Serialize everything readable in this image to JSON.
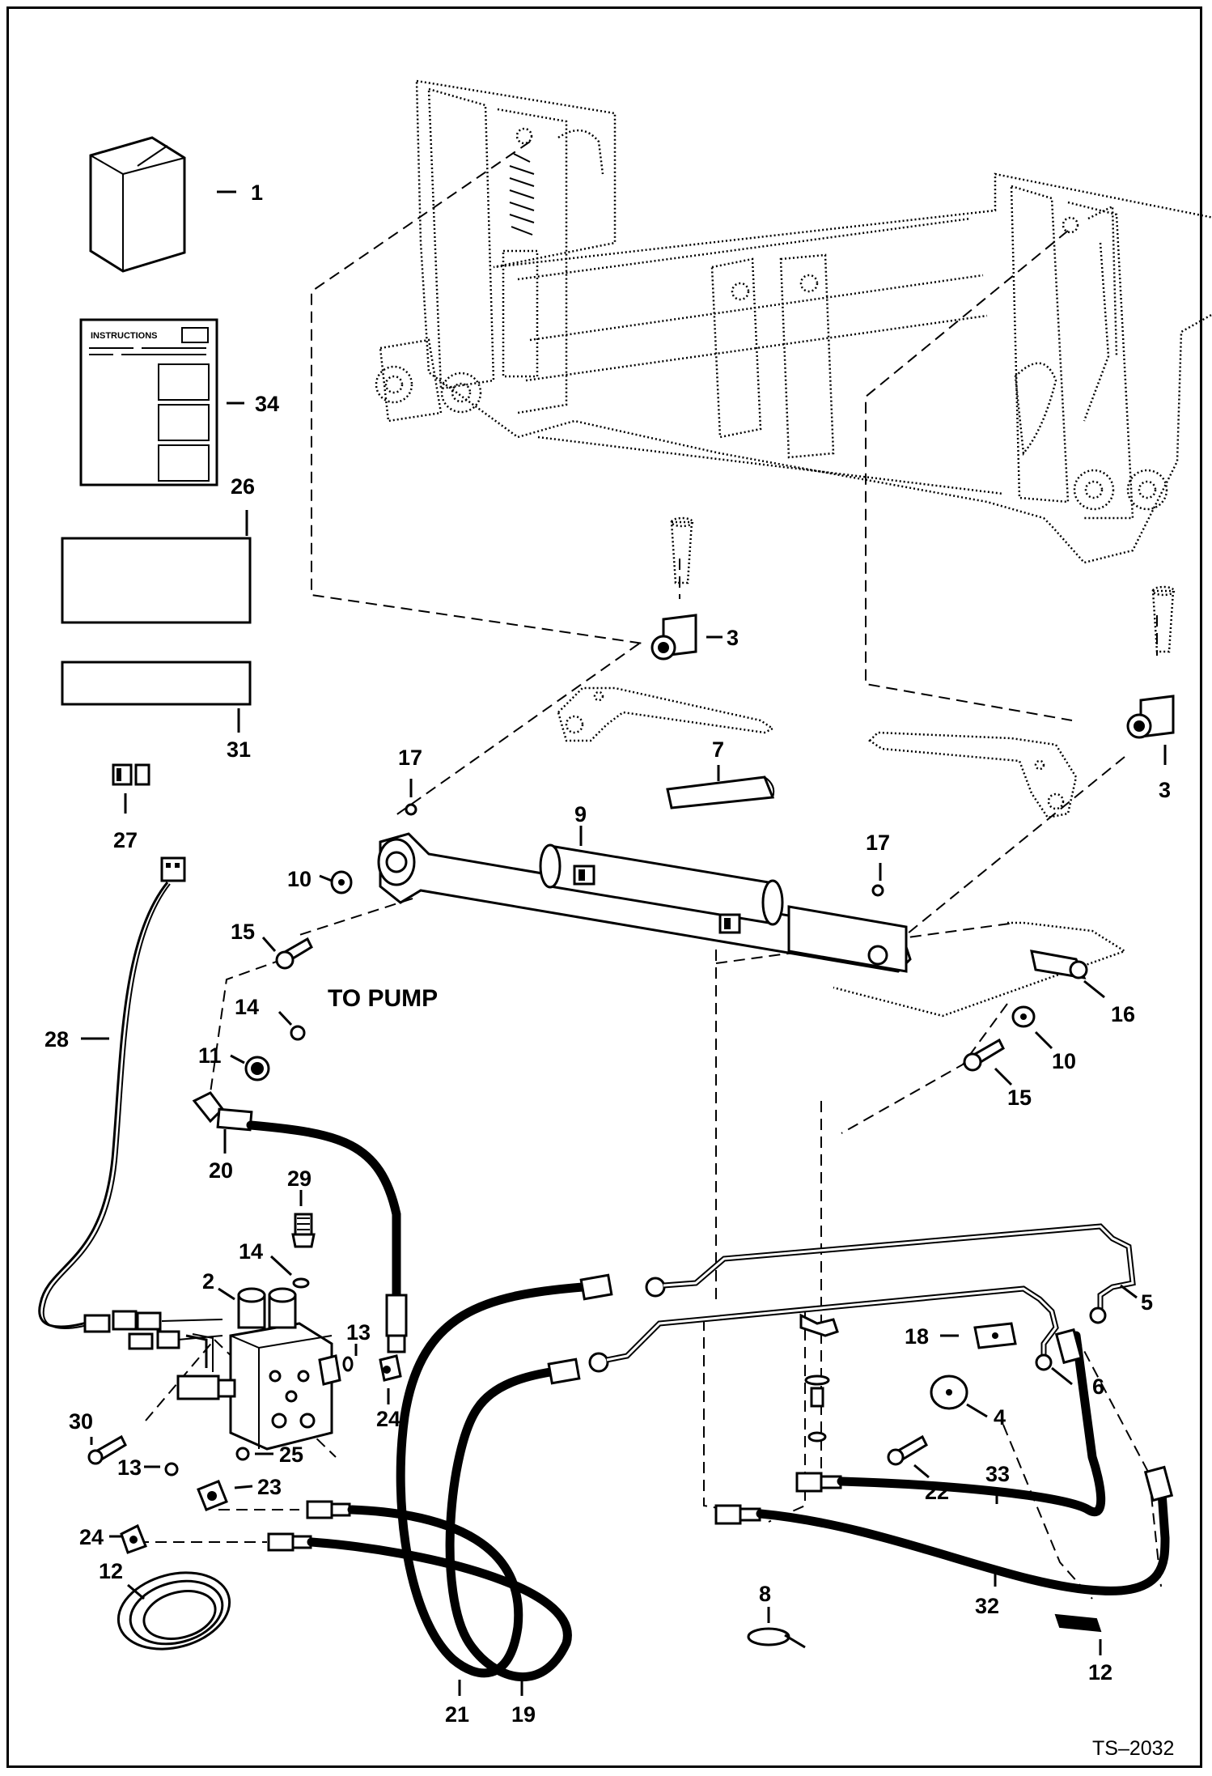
{
  "drawing": {
    "reference_code": "TS–2032",
    "note_to_pump": "TO PUMP",
    "instructions_heading": "INSTRUCTIONS"
  },
  "callouts": {
    "c1": "1",
    "c34": "34",
    "c26": "26",
    "c31": "31",
    "c27": "27",
    "c28": "28",
    "c3a": "3",
    "c3b": "3",
    "c17a": "17",
    "c17b": "17",
    "c7": "7",
    "c9": "9",
    "c10a": "10",
    "c15a": "15",
    "c14a": "14",
    "c11": "11",
    "c20": "20",
    "c16": "16",
    "c10b": "10",
    "c15b": "15",
    "c29": "29",
    "c14b": "14",
    "c2": "2",
    "c13a": "13",
    "c24a": "24",
    "c30": "30",
    "c13b": "13",
    "c25": "25",
    "c23": "23",
    "c24b": "24",
    "c12a": "12",
    "c5": "5",
    "c6": "6",
    "c18": "18",
    "c4": "4",
    "c22": "22",
    "c33": "33",
    "c8": "8",
    "c32": "32",
    "c12b": "12",
    "c21": "21",
    "c19": "19"
  },
  "colors": {
    "line": "#000000",
    "paper": "#ffffff"
  }
}
